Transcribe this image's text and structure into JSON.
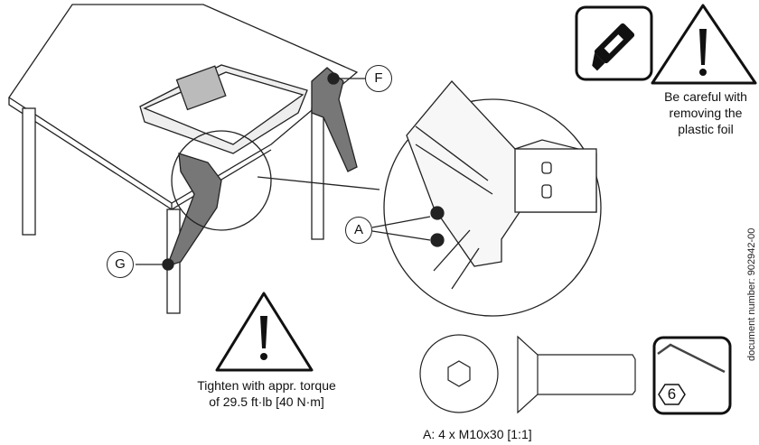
{
  "callouts": {
    "F": "F",
    "G": "G",
    "A": "A"
  },
  "warning_foil": "Be careful with removing the plastic foil",
  "warning_foil_lines": [
    "Be careful with",
    "removing the",
    "plastic foil"
  ],
  "torque_lines": [
    "Tighten with appr. torque",
    "of 29.5 ft·lb [40 N·m]"
  ],
  "screw_spec": "A: 4 x M10x30 [1:1]",
  "hex_key_size": "6",
  "document_number": "document number: 902942-00",
  "icons": [
    "utility-knife-icon",
    "warning-icon",
    "hex-key-icon",
    "screw-head-icon",
    "screw-side-icon"
  ]
}
